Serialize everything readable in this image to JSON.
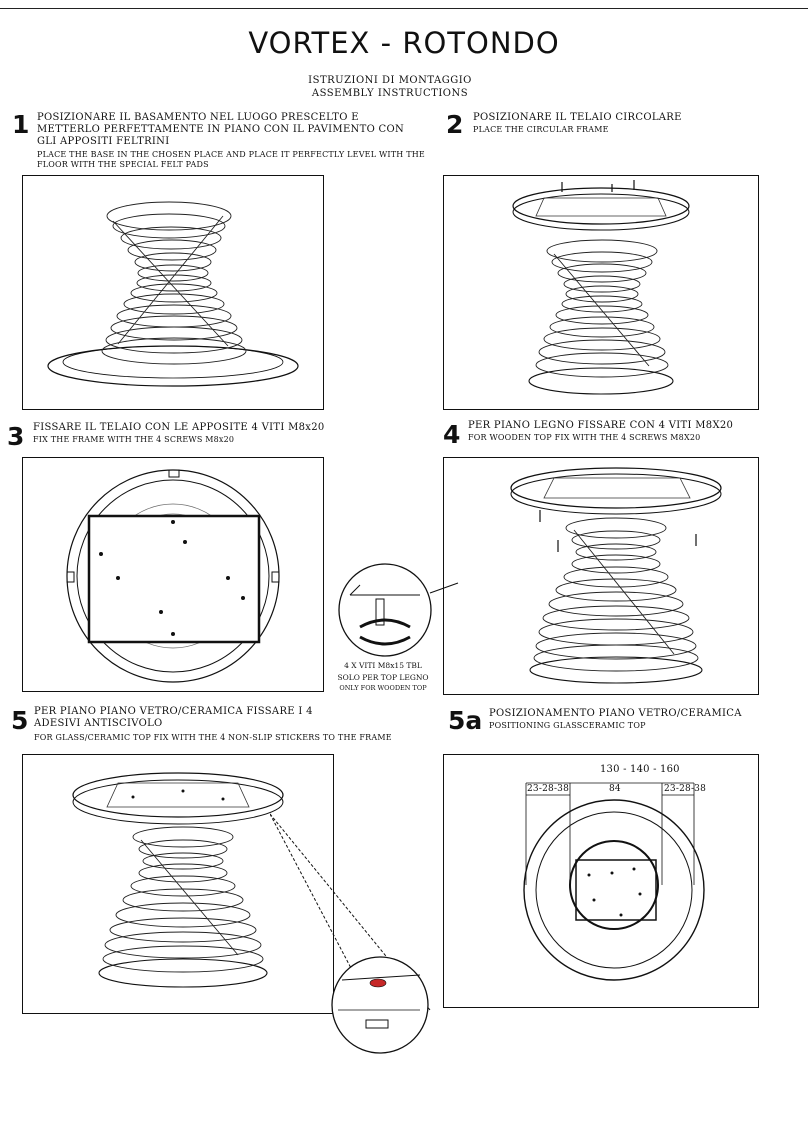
{
  "document": {
    "title": "VORTEX - ROTONDO",
    "subtitle_it": "ISTRUZIONI DI MONTAGGIO",
    "subtitle_en": "ASSEMBLY INSTRUCTIONS"
  },
  "steps": [
    {
      "number": "1",
      "text_it": "POSIZIONARE IL BASAMENTO NEL LUOGO PRESCELTO E METTERLO PERFETTAMENTE IN PIANO CON IL PAVIMENTO CON GLI APPOSITI FELTRINI",
      "text_en": "PLACE THE BASE IN THE CHOSEN PLACE AND PLACE IT PERFECTLY LEVEL WITH THE FLOOR WITH THE SPECIAL FELT PADS"
    },
    {
      "number": "2",
      "text_it": "POSIZIONARE IL TELAIO CIRCOLARE",
      "text_en": "PLACE THE CIRCULAR FRAME"
    },
    {
      "number": "3",
      "text_it": "FISSARE IL TELAIO CON LE APPOSITE 4 VITI M8x20",
      "text_en": "FIX THE FRAME WITH THE 4 SCREWS M8x20"
    },
    {
      "number": "4",
      "text_it": "PER PIANO LEGNO FISSARE CON 4 VITI M8X20",
      "text_en": "FOR WOODEN TOP FIX WITH THE 4 SCREWS M8X20"
    },
    {
      "number": "5",
      "text_it": "PER PIANO PIANO VETRO/CERAMICA FISSARE I 4 ADESIVI ANTISCIVOLO",
      "text_en": "FOR GLASS/CERAMIC TOP FIX WITH THE 4 NON-SLIP STICKERS TO THE FRAME"
    },
    {
      "number": "5a",
      "text_it": "POSIZIONAMENTO PIANO VETRO/CERAMICA",
      "text_en": "POSITIONING GLASSCERAMIC TOP"
    }
  ],
  "callout_step4": {
    "line1": "4 X VITI M8x15 TBL",
    "line2": "SOLO PER TOP LEGNO",
    "line3": "ONLY FOR WOODEN TOP"
  },
  "dimensions_5a": {
    "overall": "130 - 140 - 160",
    "left": "23-28-38",
    "center": "84",
    "right": "23-28-38"
  }
}
